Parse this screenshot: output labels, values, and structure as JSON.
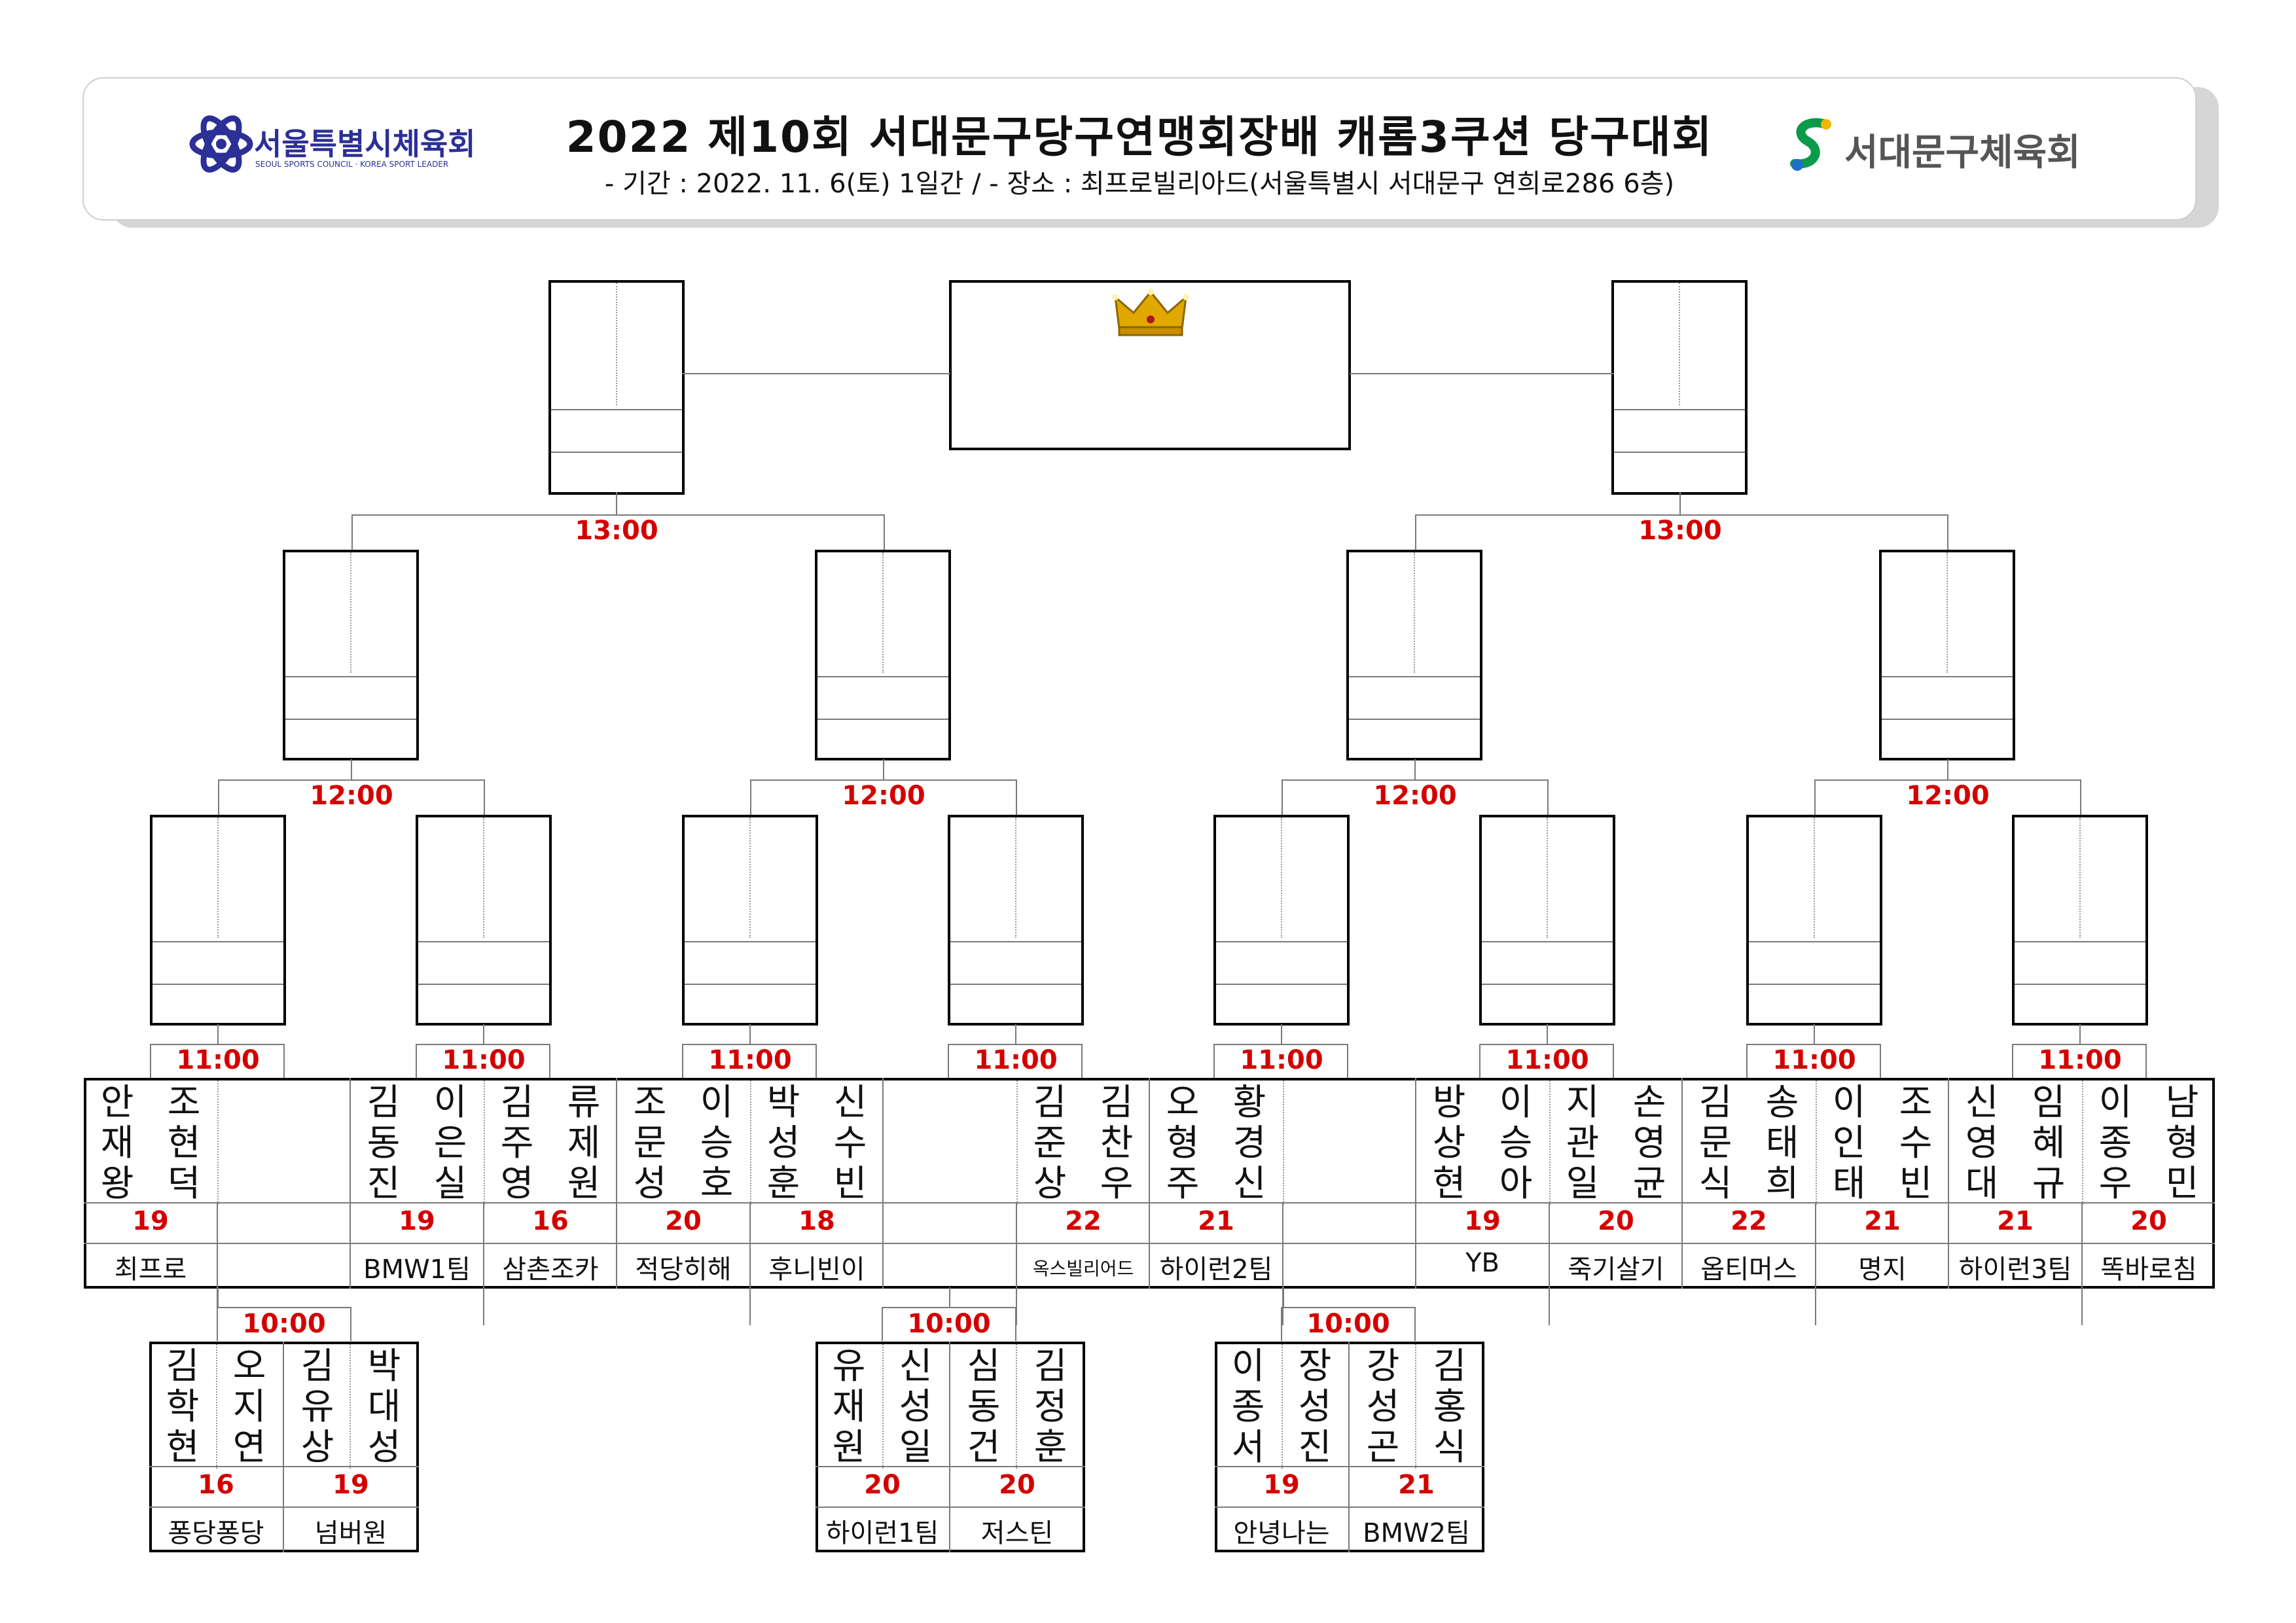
{
  "header": {
    "title": "2022 제10회 서대문구당구연맹회장배 캐롬3쿠션 당구대회",
    "subtitle": "- 기간 : 2022. 11. 6(토) 1일간 / - 장소 : 최프로빌리아드(서울특별시 서대문구 연희로286 6층)",
    "left_logo_text": "서울특별시체육회",
    "left_logo_sub": "SEOUL SPORTS COUNCIL · KOREA SPORT LEADER",
    "left_logo_icon": "atom-emblem-icon",
    "right_logo_text": "서대문구체육회",
    "right_logo_icon": "s-swoosh-icon"
  },
  "colors": {
    "time": "#d40000",
    "score": "#d40000",
    "crown": "#e0a800"
  },
  "crown_icon": "crown-icon",
  "times": {
    "semi": [
      "13:00",
      "13:00"
    ],
    "quarter": [
      "12:00",
      "12:00",
      "12:00",
      "12:00"
    ],
    "r16": [
      "11:00",
      "11:00",
      "11:00",
      "11:00",
      "11:00",
      "11:00",
      "11:00",
      "11:00"
    ],
    "r32": [
      "10:00",
      "10:00",
      "10:00"
    ]
  },
  "r16_teams": [
    {
      "names": [
        "안재왕",
        "조현덕"
      ],
      "score": "19",
      "team": "최프로"
    },
    {
      "names": [
        "",
        ""
      ],
      "score": "",
      "team": ""
    },
    {
      "names": [
        "김동진",
        "이은실"
      ],
      "score": "19",
      "team": "BMW1팀"
    },
    {
      "names": [
        "김주영",
        "류제원"
      ],
      "score": "16",
      "team": "삼촌조카"
    },
    {
      "names": [
        "조문성",
        "이승호"
      ],
      "score": "20",
      "team": "적당히해"
    },
    {
      "names": [
        "박성훈",
        "신수빈"
      ],
      "score": "18",
      "team": "후니빈이"
    },
    {
      "names": [
        "",
        ""
      ],
      "score": "",
      "team": ""
    },
    {
      "names": [
        "김준상",
        "김찬우"
      ],
      "score": "22",
      "team": "옥스빌리어드"
    },
    {
      "names": [
        "오형주",
        "황경신"
      ],
      "score": "21",
      "team": "하이런2팀"
    },
    {
      "names": [
        "",
        ""
      ],
      "score": "",
      "team": ""
    },
    {
      "names": [
        "방상현",
        "이승아"
      ],
      "score": "19",
      "team": "YB"
    },
    {
      "names": [
        "지관일",
        "손영균"
      ],
      "score": "20",
      "team": "죽기살기"
    },
    {
      "names": [
        "김문식",
        "송태희"
      ],
      "score": "22",
      "team": "옵티머스"
    },
    {
      "names": [
        "이인태",
        "조수빈"
      ],
      "score": "21",
      "team": "명지"
    },
    {
      "names": [
        "신영대",
        "임혜규"
      ],
      "score": "21",
      "team": "하이런3팀"
    },
    {
      "names": [
        "이종우",
        "남형민"
      ],
      "score": "20",
      "team": "똑바로침"
    }
  ],
  "r32_teams": [
    {
      "names": [
        "김학현",
        "오지연"
      ],
      "score": "16",
      "team": "퐁당퐁당"
    },
    {
      "names": [
        "김유상",
        "박대성"
      ],
      "score": "19",
      "team": "넘버원"
    },
    {
      "names": [
        "유재원",
        "신성일"
      ],
      "score": "20",
      "team": "하이런1팀"
    },
    {
      "names": [
        "심동건",
        "김정훈"
      ],
      "score": "20",
      "team": "저스틴"
    },
    {
      "names": [
        "이종서",
        "장성진"
      ],
      "score": "19",
      "team": "안녕나는"
    },
    {
      "names": [
        "강성곤",
        "김홍식"
      ],
      "score": "21",
      "team": "BMW2팀"
    }
  ]
}
